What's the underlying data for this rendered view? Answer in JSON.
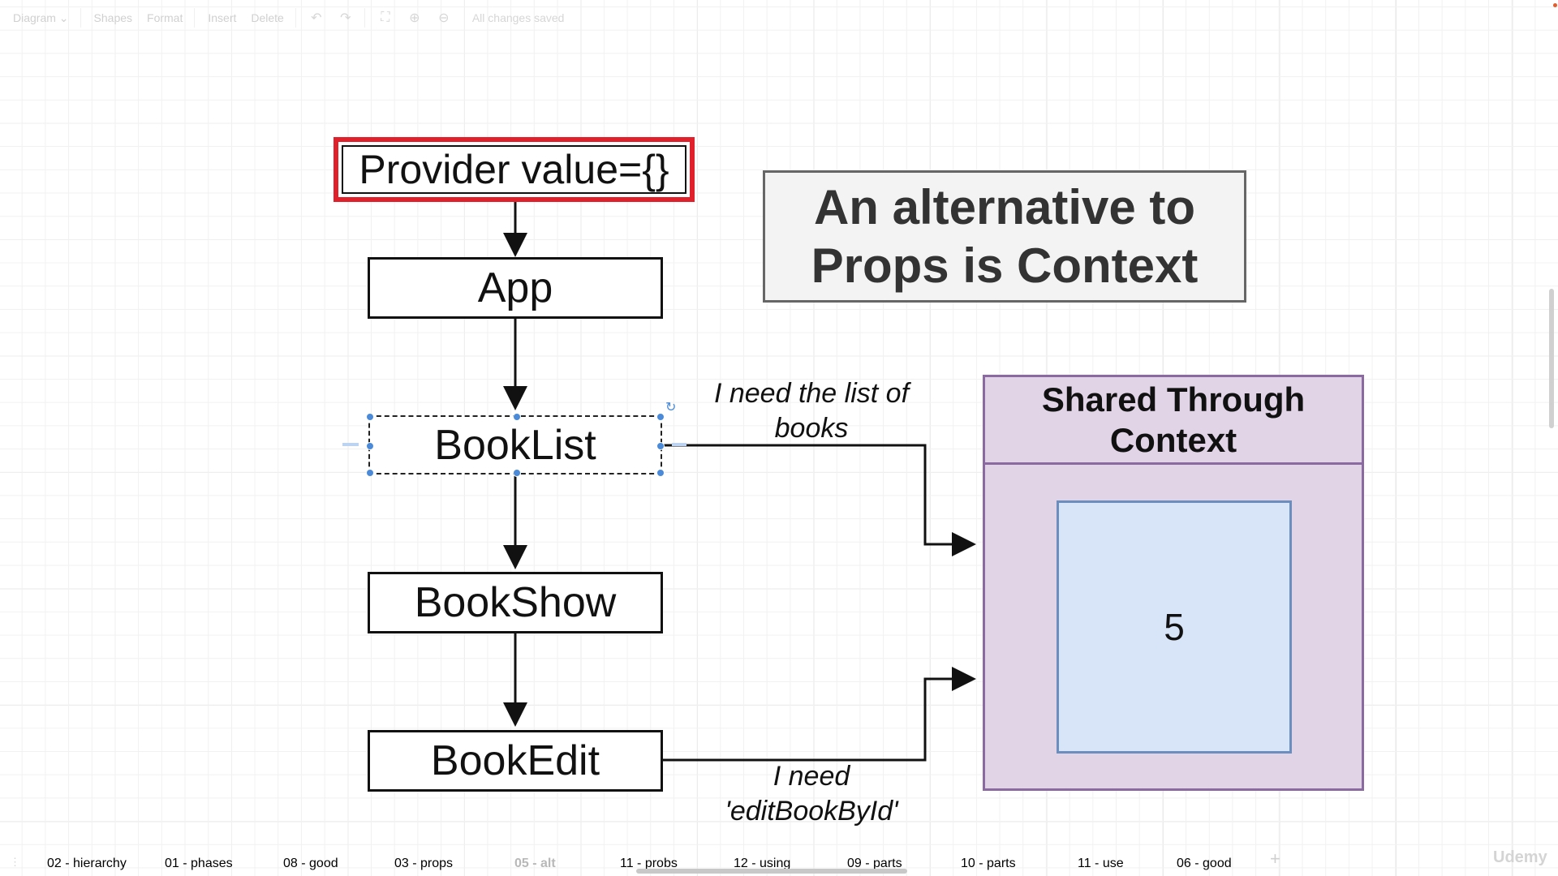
{
  "toolbar": {
    "diagram_menu": "Diagram",
    "shapes": "Shapes",
    "format": "Format",
    "insert": "Insert",
    "delete": "Delete",
    "status": "All changes saved"
  },
  "diagram": {
    "provider_label": "Provider value={}",
    "app_label": "App",
    "booklist_label": "BookList",
    "bookshow_label": "BookShow",
    "bookedit_label": "BookEdit",
    "title_line1": "An alternative to",
    "title_line2": "Props is Context",
    "context_title_line1": "Shared Through",
    "context_title_line2": "Context",
    "context_value": "5",
    "note_booklist_line1": "I need the list of",
    "note_booklist_line2": "books",
    "note_bookedit_line1": "I need",
    "note_bookedit_line2": "'editBookById'"
  },
  "pages": [
    {
      "label": "02 - hierarchy"
    },
    {
      "label": "01 - phases"
    },
    {
      "label": "08 - good"
    },
    {
      "label": "03 - props"
    },
    {
      "label": "05 - alt",
      "active": true
    },
    {
      "label": "11 - probs"
    },
    {
      "label": "12 - using"
    },
    {
      "label": "09 - parts"
    },
    {
      "label": "10 - parts"
    },
    {
      "label": "11 - use"
    },
    {
      "label": "06 - good"
    }
  ],
  "watermark": "Udemy",
  "colors": {
    "provider_border": "#e0202a",
    "context_fill": "#e0d4e6",
    "context_border": "#8a6aa0",
    "value_fill": "#d8e4f8",
    "value_border": "#6c8ebf",
    "title_fill": "#f3f3f3",
    "selection_handle": "#4a8ad8"
  },
  "icons": [
    "undo-icon",
    "redo-icon",
    "fit-page-icon",
    "zoom-in-icon",
    "zoom-out-icon",
    "add-page-icon",
    "page-menu-icon"
  ]
}
